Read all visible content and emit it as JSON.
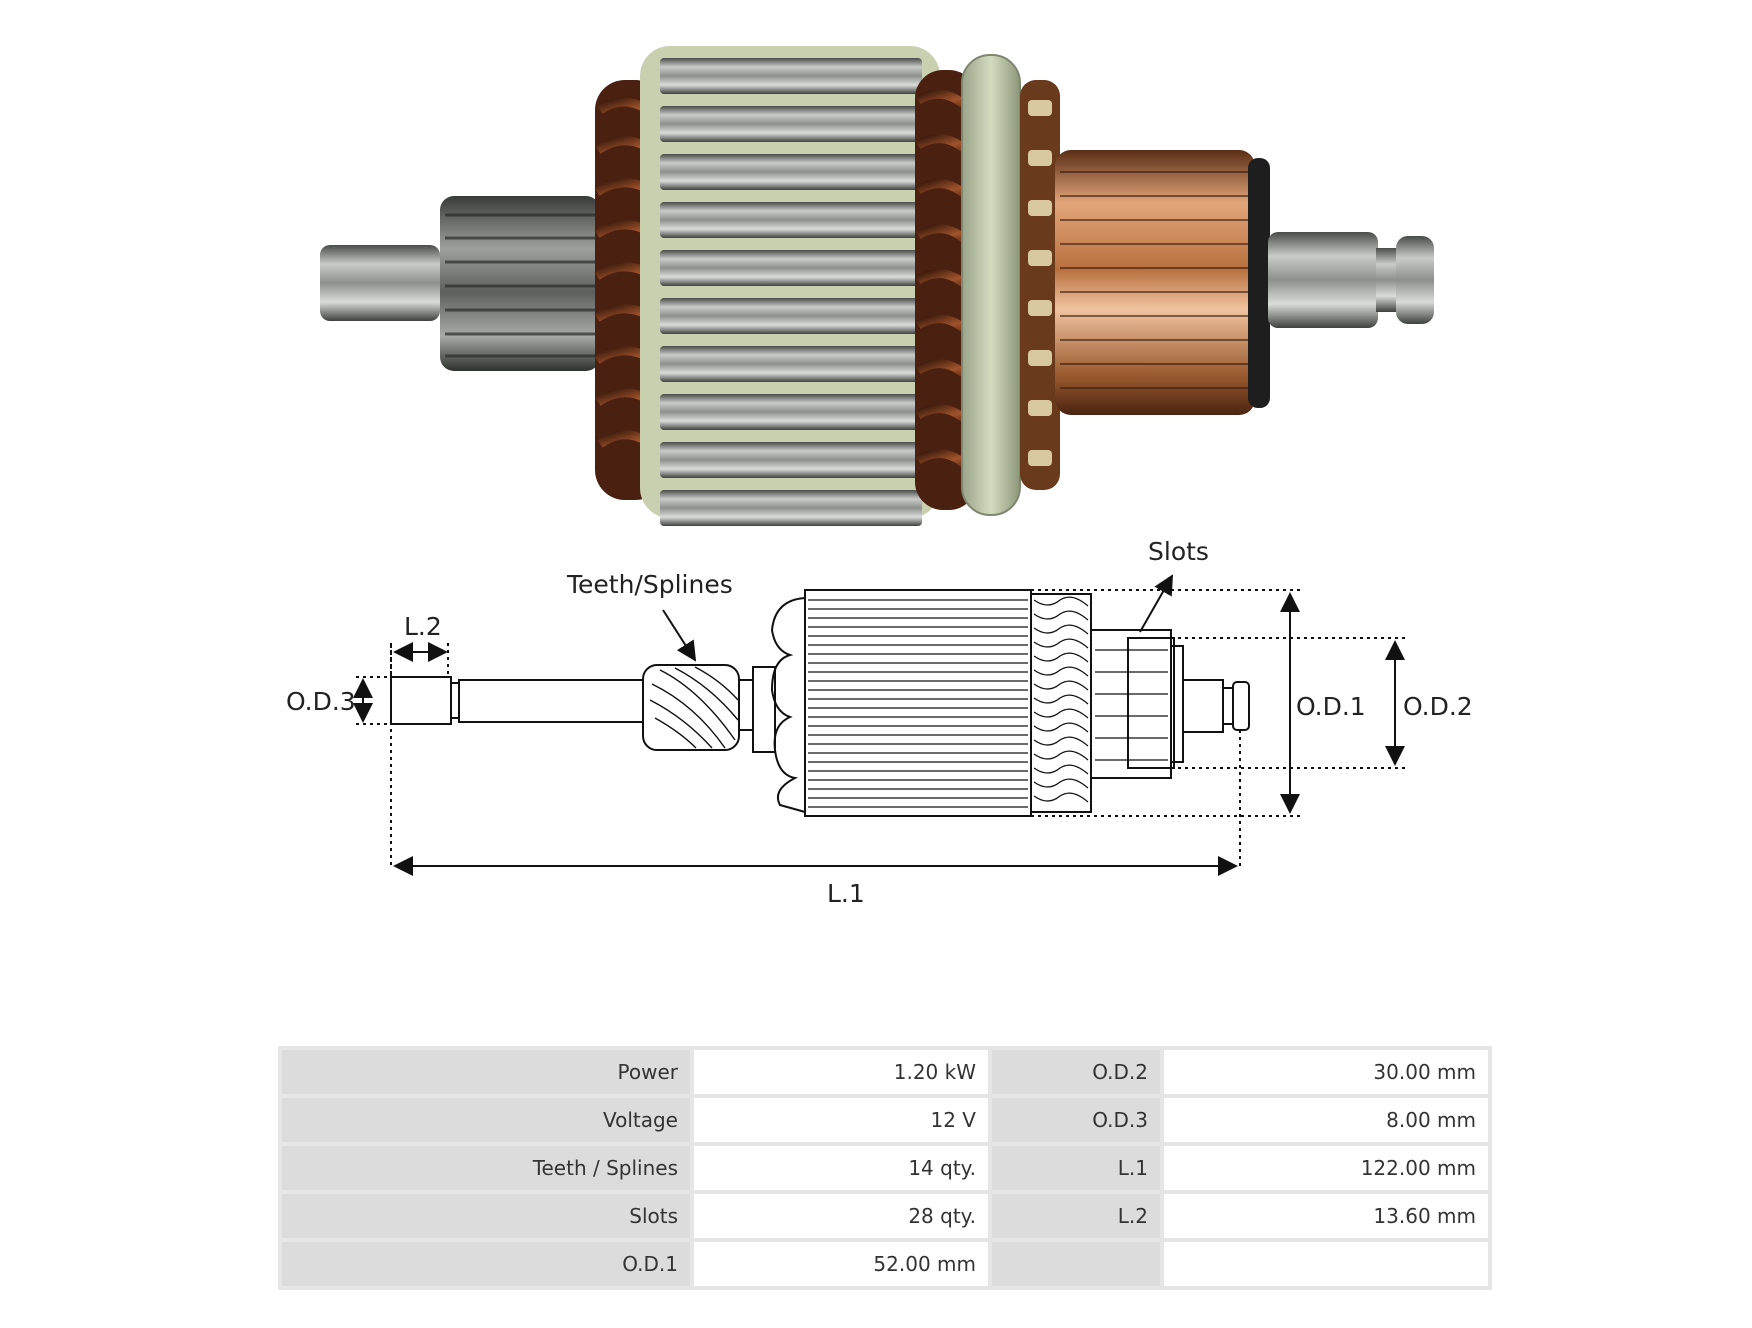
{
  "diagram": {
    "labels": {
      "teeth_splines": "Teeth/Splines",
      "slots": "Slots",
      "l2": "L.2",
      "od3": "O.D.3",
      "od1": "O.D.1",
      "od2": "O.D.2",
      "l1": "L.1"
    }
  },
  "specs": {
    "rows": [
      {
        "label1": "Power",
        "value1": "1.20 kW",
        "label2": "O.D.2",
        "value2": "30.00 mm"
      },
      {
        "label1": "Voltage",
        "value1": "12 V",
        "label2": "O.D.3",
        "value2": "8.00 mm"
      },
      {
        "label1": "Teeth / Splines",
        "value1": "14 qty.",
        "label2": "L.1",
        "value2": "122.00 mm"
      },
      {
        "label1": "Slots",
        "value1": "28 qty.",
        "label2": "L.2",
        "value2": "13.60 mm"
      },
      {
        "label1": "O.D.1",
        "value1": "52.00 mm",
        "label2": "",
        "value2": ""
      }
    ]
  },
  "colors": {
    "copper": "#b8703f",
    "steel": "#9a9c9a",
    "insulation": "#c8d0b0",
    "table_key_bg": "#dcdcdc"
  }
}
